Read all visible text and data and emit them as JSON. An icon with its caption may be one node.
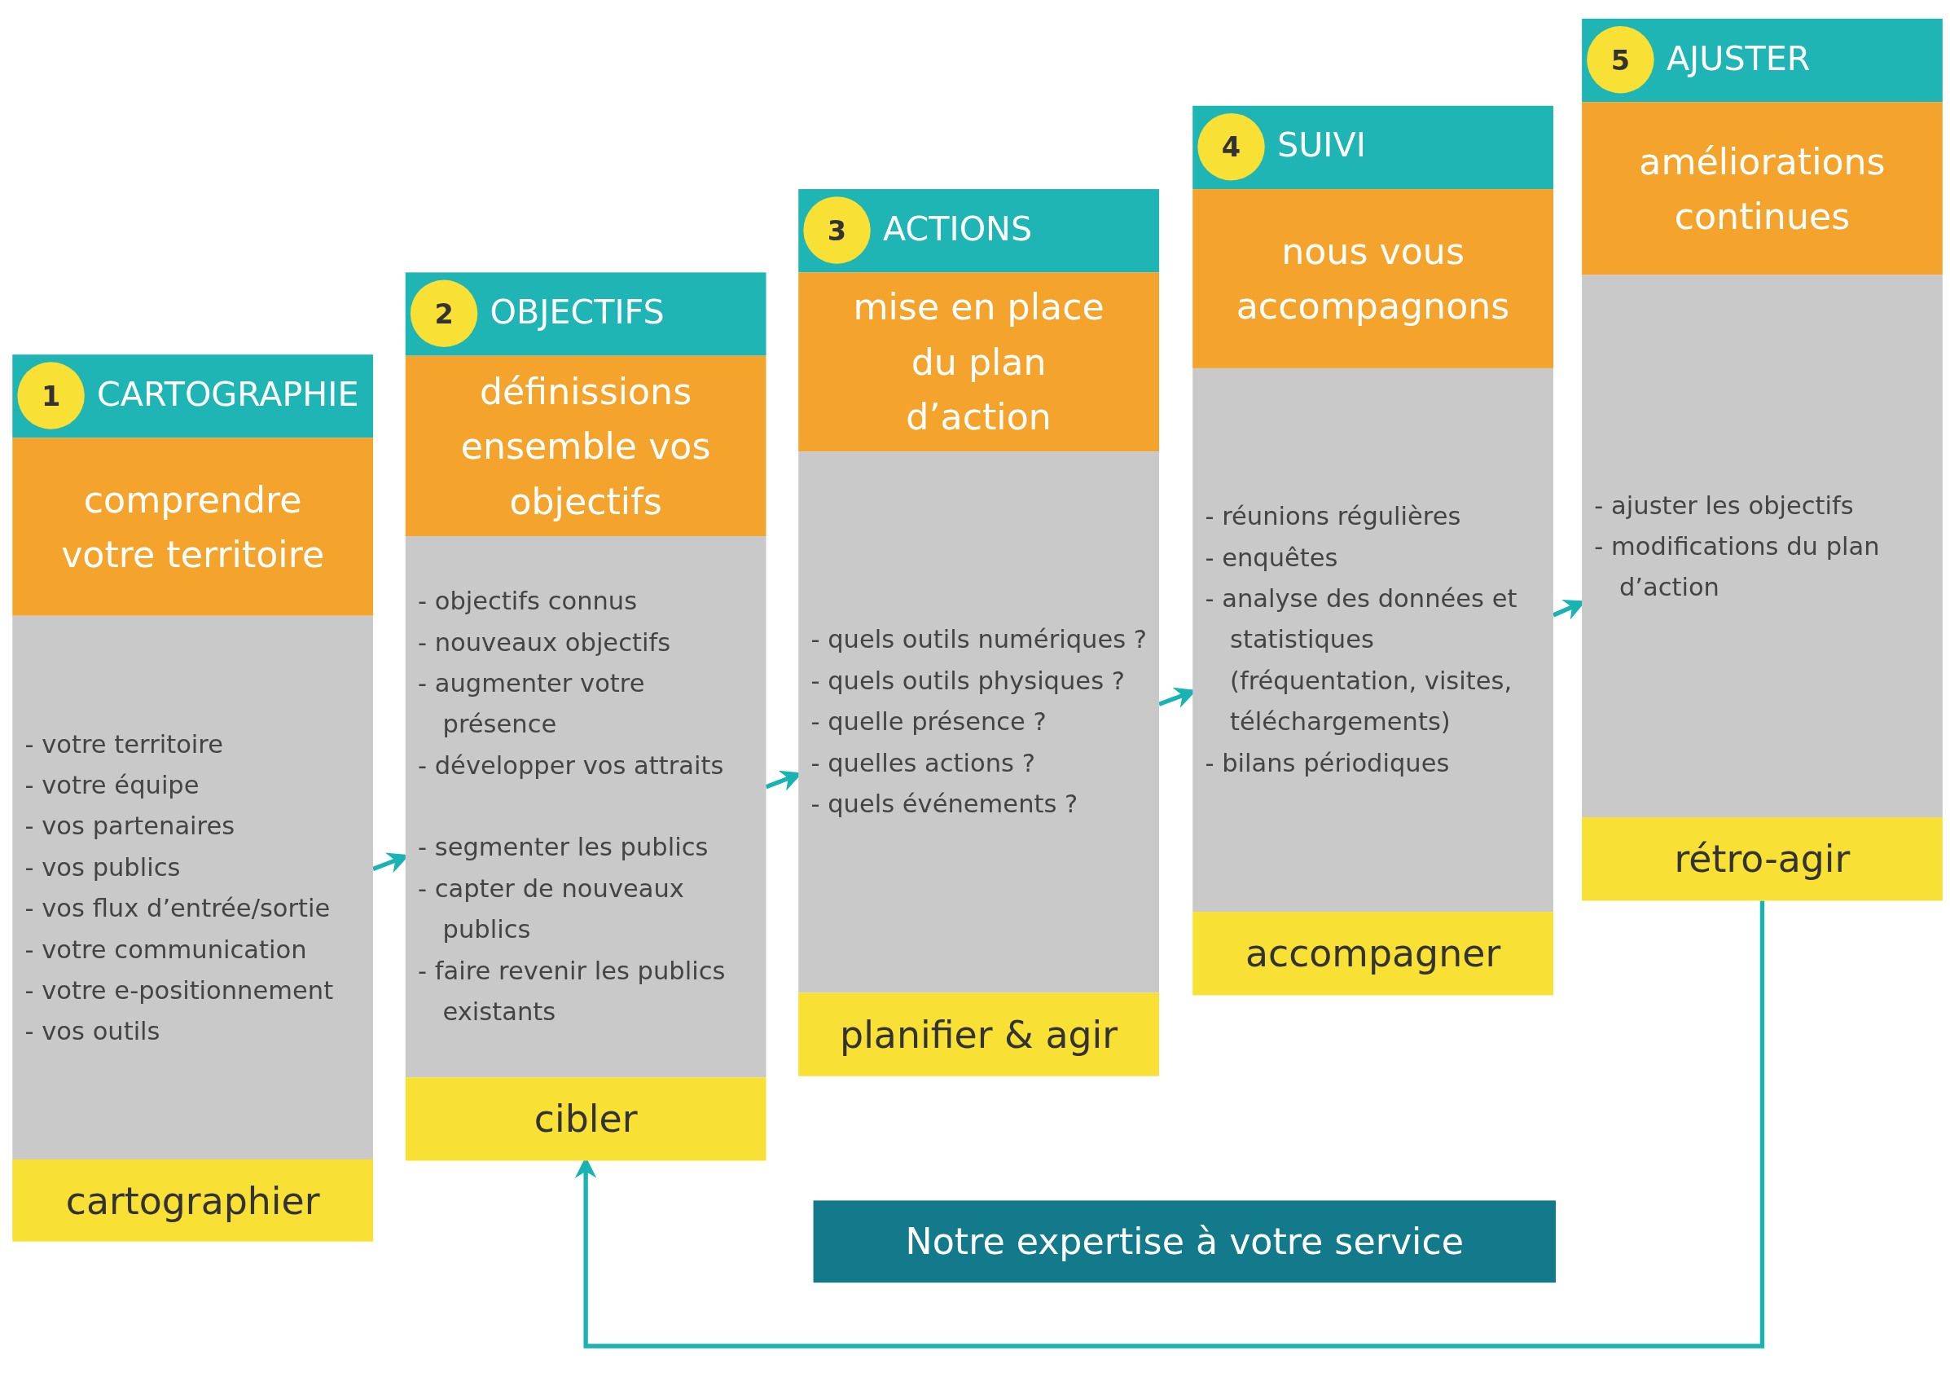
{
  "diagram": {
    "nodes": [
      {
        "text": [
          "CARTOGRAPHIE"
        ]
      },
      {
        "text": [
          "1"
        ],
        "in": 0
      },
      {
        "text": [
          "comprendre votre territoire"
        ]
      },
      {
        "text": [
          "- votre territoire",
          "- votre équipe",
          "- vos partenaires",
          "- vos publics",
          "- vos flux d’entrée/sortie",
          "- votre communication",
          "- votre e-positionnement",
          "- vos outils"
        ]
      },
      {
        "text": [
          "cartographier"
        ]
      },
      {
        "text": [
          "OBJECTIFS"
        ]
      },
      {
        "text": [
          "2"
        ],
        "in": 5
      },
      {
        "text": [
          "définissions ensemble vos objectifs"
        ]
      },
      {
        "text": [
          "- objectifs connus",
          "- nouveaux objectifs",
          "- augmenter votre présence",
          "- développer vos attraits",
          "- segmenter les publics",
          "- capter de nouveaux publics",
          "- faire revenir les publics existants"
        ]
      },
      {
        "text": [
          "cibler"
        ]
      },
      {
        "text": [
          "ACTIONS"
        ]
      },
      {
        "text": [
          "3"
        ],
        "in": 10
      },
      {
        "text": [
          "mise en place du plan d’action"
        ]
      },
      {
        "text": [
          "- quels outils numériques ?",
          "- quels outils physiques ?",
          "- quelle présence ?",
          "- quelles actions ?",
          "- quels événements ?"
        ]
      },
      {
        "text": [
          "planifier & agir"
        ]
      },
      {
        "text": [
          "SUIVI"
        ]
      },
      {
        "text": [
          "4"
        ],
        "in": 15
      },
      {
        "text": [
          "nous vous accompagnons"
        ]
      },
      {
        "text": [
          "- réunions régulières",
          "- enquêtes",
          "- analyse des données et statistiques (fréquentation, visites, téléchargements)",
          "- bilans périodiques"
        ]
      },
      {
        "text": [
          "accompagner"
        ]
      },
      {
        "text": [
          "AJUSTER"
        ]
      },
      {
        "text": [
          "5"
        ],
        "in": 20
      },
      {
        "text": [
          "améliorations continues"
        ]
      },
      {
        "text": [
          "- ajuster les objectifs",
          "- modifications du plan d’action"
        ]
      },
      {
        "text": [
          "rétro-agir"
        ]
      },
      {
        "text": [
          "Notre expertise à votre service"
        ]
      }
    ],
    "edges": [
      {
        "from": 3,
        "to": 8,
        "arrow": "to"
      },
      {
        "from": 8,
        "to": 13,
        "arrow": "to"
      },
      {
        "from": 13,
        "to": 18,
        "arrow": "to"
      },
      {
        "from": 18,
        "to": 23,
        "arrow": "to"
      },
      {
        "from": 24,
        "to": 9,
        "arrow": "to"
      }
    ]
  }
}
